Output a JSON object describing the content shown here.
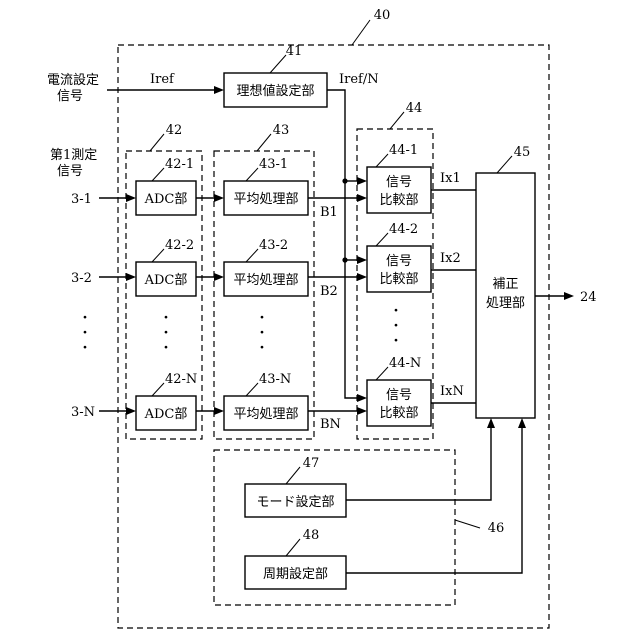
{
  "refs": {
    "outer": "40",
    "ideal": "41",
    "adc_group": "42",
    "adc_1": "42-1",
    "adc_2": "42-2",
    "adc_n": "42-N",
    "avg_group": "43",
    "avg_1": "43-1",
    "avg_2": "43-2",
    "avg_n": "43-N",
    "cmp_group": "44",
    "cmp_1": "44-1",
    "cmp_2": "44-2",
    "cmp_n": "44-N",
    "correction": "45",
    "settings_group": "46",
    "mode": "47",
    "period": "48",
    "output": "24"
  },
  "inputs": {
    "current_label_line1": "電流設定",
    "current_label_line2": "信号",
    "iref": "Iref",
    "first_meas_line1": "第1測定",
    "first_meas_line2": "信号",
    "in_1": "3-1",
    "in_2": "3-2",
    "in_n": "3-N",
    "dots": "・"
  },
  "blocks": {
    "ideal": "理想値設定部",
    "adc": "ADC部",
    "avg": "平均処理部",
    "cmp_line1": "信号",
    "cmp_line2": "比較部",
    "corr_line1": "補正",
    "corr_line2": "処理部",
    "mode": "モード設定部",
    "period": "周期設定部"
  },
  "signals": {
    "iref_n": "Iref/N",
    "b1": "B1",
    "b2": "B2",
    "bn": "BN",
    "ix1": "Ix1",
    "ix2": "Ix2",
    "ixn": "IxN"
  }
}
